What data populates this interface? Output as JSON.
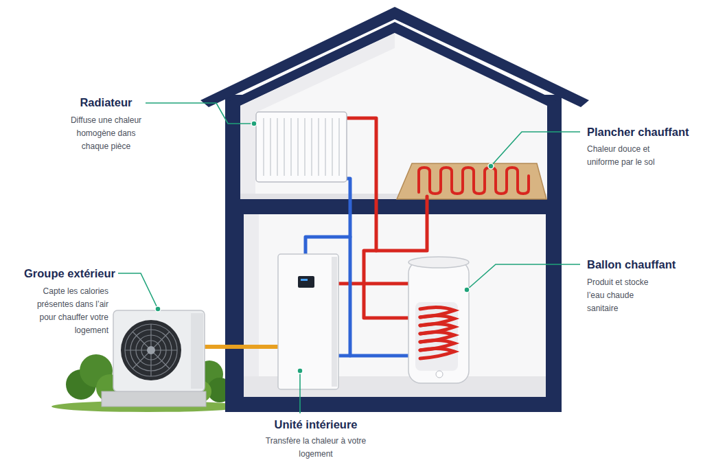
{
  "diagram": {
    "labels": [
      "Radiateur",
      "Diffuse une chaleur homogène dans chaque pièce",
      "Plancher chauffant",
      "Chaleur douce et uniforme par le sol",
      "Ballon chauffant",
      "Produit et stocke l’eau chaude sanitaire",
      "Groupe extérieur",
      "Capte les calories présentes dans l’air pour chauffer votre logement",
      "Unité intérieure",
      "Transfère la chaleur à votre logement"
    ]
  }
}
